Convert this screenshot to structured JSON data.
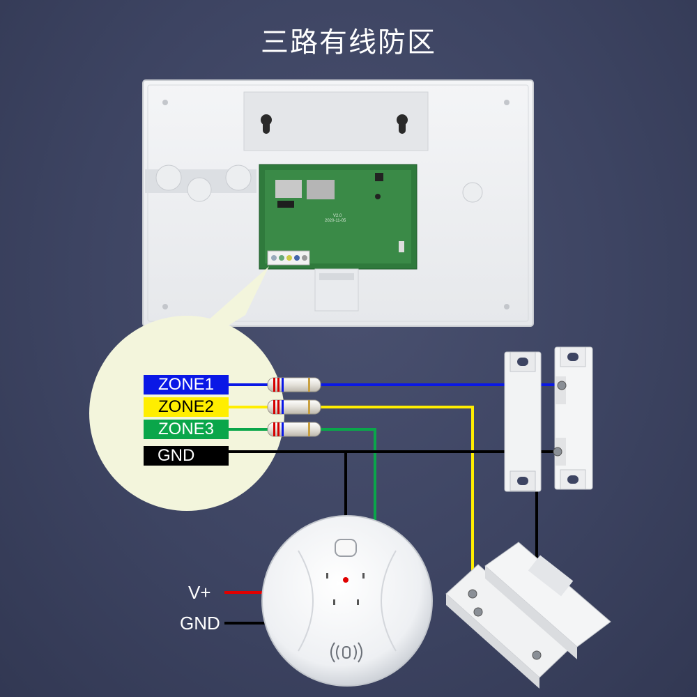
{
  "title": "三路有线防区",
  "panel": {
    "board_version": "V2.0",
    "board_date": "2020-11-05"
  },
  "terminals": [
    {
      "label": "ZONE1",
      "color": "#0a18e6",
      "text_color": "#ffffff"
    },
    {
      "label": "ZONE2",
      "color": "#ffee00",
      "text_color": "#000000"
    },
    {
      "label": "ZONE3",
      "color": "#0aa64a",
      "text_color": "#ffffff"
    },
    {
      "label": "GND",
      "color": "#000000",
      "text_color": "#ffffff"
    }
  ],
  "smoke_detector": {
    "power_positive_label": "V+",
    "ground_label": "GND",
    "power_wire_color": "#e00000"
  },
  "colors": {
    "background": "#3d4462",
    "callout": "#f3f5dc",
    "wire_blue": "#0a18e6",
    "wire_yellow": "#ffee00",
    "wire_green": "#0aa64a",
    "wire_black": "#000000"
  },
  "devices": [
    "control-panel",
    "resistor",
    "surface-door-contact",
    "flush-door-contact",
    "smoke-detector"
  ]
}
